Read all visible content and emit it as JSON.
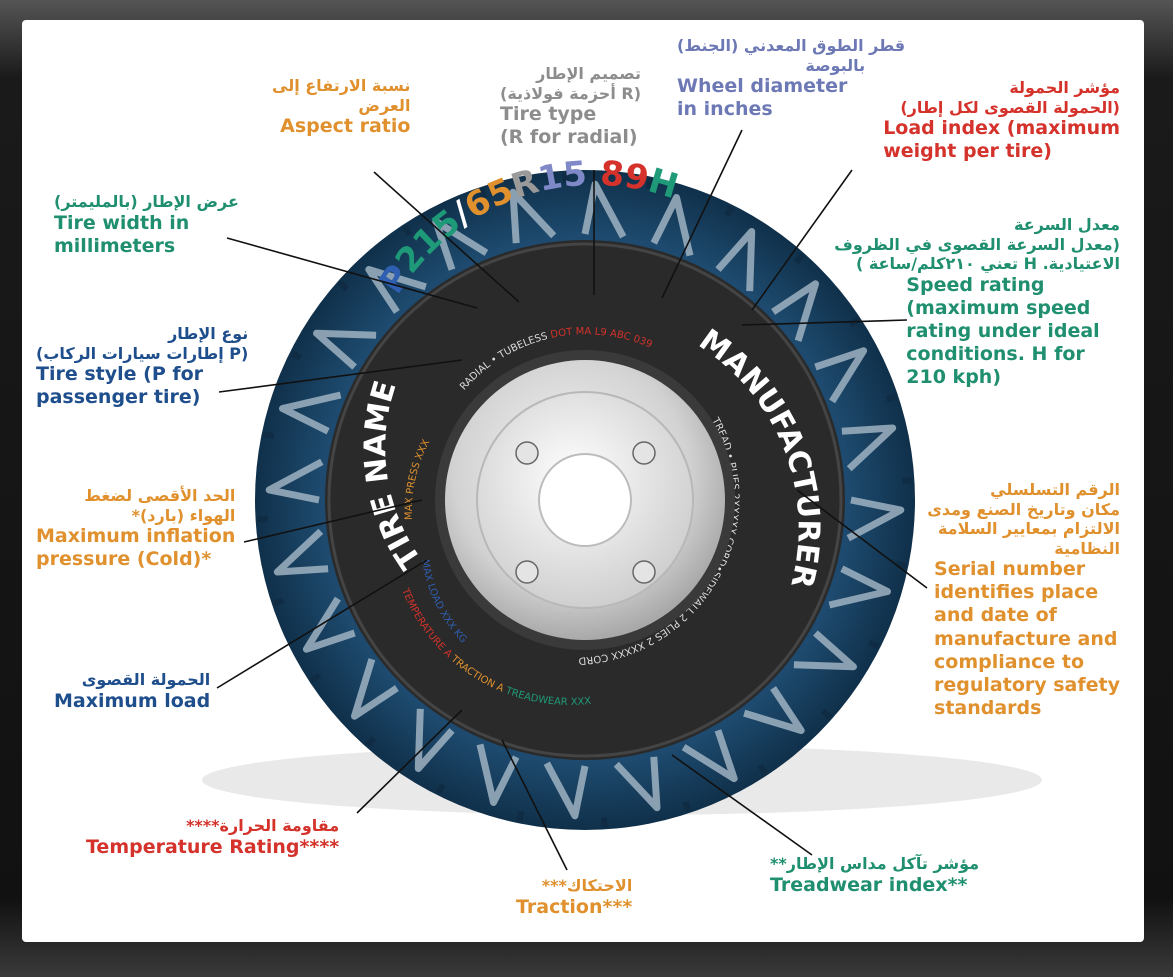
{
  "tire_code": {
    "p": "P",
    "width": "215",
    "slash": "/",
    "aspect": "65",
    "r": "R",
    "rim": "15",
    "load": "89",
    "speed": "H"
  },
  "sidewall": {
    "tire_name": "TIRE NAME",
    "manufacturer": "MANUFACTURER",
    "inner_top": "RADIAL • TUBELESS",
    "inner_right": "TREAD • PLIES 2XXXXX CORD•SIDEWALL 2 PLIES 2 XXXXX CORD",
    "inner_left": "MAX PRESS XXX",
    "dot": "DOT MA L9 ABC 039",
    "max_load": "MAX LOAD XXX KG",
    "temperature": "TEMPERATURE A",
    "traction": "TRACTION A",
    "treadwear": "TREADWEAR XXX"
  },
  "labels": {
    "aspect_ratio": {
      "ar1": "نسبة الارتفاع إلى",
      "ar2": "العرض",
      "en": "Aspect ratio"
    },
    "tire_type": {
      "ar1": "تصميم الإطار",
      "ar2": "(R أحزمة فولاذية)",
      "en1": "Tire type",
      "en2": "(R for radial)"
    },
    "wheel_diameter": {
      "ar1": "قطر الطوق المعدني (الجنط)",
      "ar2": "بالبوصة",
      "en1": "Wheel diameter",
      "en2": "in inches"
    },
    "load_index": {
      "ar1": "مؤشر الحمولة",
      "ar2": "(الحمولة القصوى لكل إطار)",
      "en1": "Load index (maximum",
      "en2": "weight per tire)"
    },
    "tire_width": {
      "ar1": "عرض الإطار (بالمليمتر)",
      "en1": "Tire width in",
      "en2": "millimeters"
    },
    "speed_rating": {
      "ar1": "معدل السرعة",
      "ar2": "(معدل السرعة القصوى في الظروف",
      "ar3": "الاعتيادية. H تعني ٢١٠كلم/ساعة )",
      "en1": "Speed rating",
      "en2": "(maximum speed",
      "en3": "rating under ideal",
      "en4": "conditions. H for",
      "en5": "210 kph)"
    },
    "tire_style": {
      "ar1": "نوع الإطار",
      "ar2": "(P إطارات سيارات الركاب)",
      "en1": "Tire style (P for",
      "en2": "passenger tire)"
    },
    "max_inflation": {
      "ar1": "الحد الأقصى لضغط",
      "ar2": "الهواء (بارد)*",
      "en1": "Maximum inflation",
      "en2": "pressure (Cold)*"
    },
    "serial_number": {
      "ar1": "الرقم التسلسلي",
      "ar2": "مكان وتاريخ الصنع ومدى",
      "ar3": "الالتزام بمعايير السلامة",
      "ar4": "النظامية",
      "en1": "Serial number",
      "en2": "identifies place",
      "en3": "and date of",
      "en4": "manufacture and",
      "en5": "compliance to",
      "en6": "regulatory safety",
      "en7": "standards"
    },
    "max_load": {
      "ar1": "الحمولة القصوى",
      "en1": "Maximum load"
    },
    "temperature": {
      "ar1": "مقاومة الحرارة****",
      "en1": "Temperature Rating****"
    },
    "traction": {
      "ar1": "الاحتكاك***",
      "en1": "Traction***"
    },
    "treadwear": {
      "ar1": "مؤشر تآكل مداس الإطار**",
      "en1": "Treadwear index**"
    }
  },
  "colors": {
    "p": "#2f5fb0",
    "width": "#1f9a78",
    "aspect": "#e0912e",
    "r": "#9a9a9a",
    "rim": "#7f89c8",
    "load": "#d4322b",
    "speed": "#1f9a78",
    "tread": "#1d4a6e",
    "tread_dark": "#0f2c44",
    "sidewall": "#2a2a2a",
    "rim_metal": "#dcdcdc"
  }
}
